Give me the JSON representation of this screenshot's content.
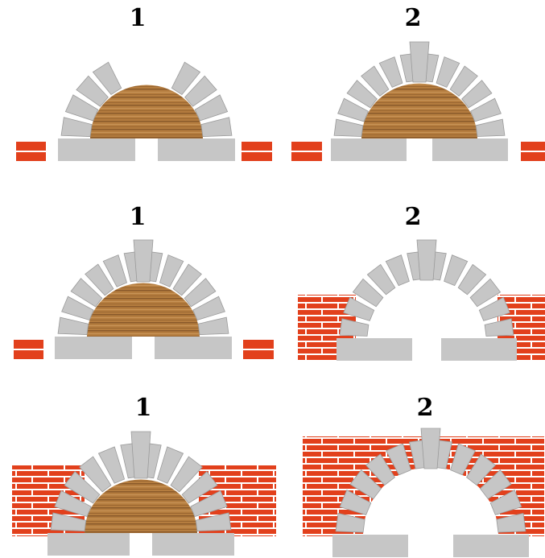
{
  "labels": {
    "top_left": "1",
    "top_right": "2",
    "middle_left": "1",
    "middle_right": "2",
    "bottom_left": "1",
    "bottom_right": "2"
  },
  "colors": {
    "brick": "#e2401c",
    "mortar": "#ffffff",
    "voussoir": "#c6c6c6",
    "voussoir_edge": "#9a9a9a",
    "wood": "#b57d3f",
    "wood_dark": "#7a4d22",
    "background": "#ffffff"
  }
}
